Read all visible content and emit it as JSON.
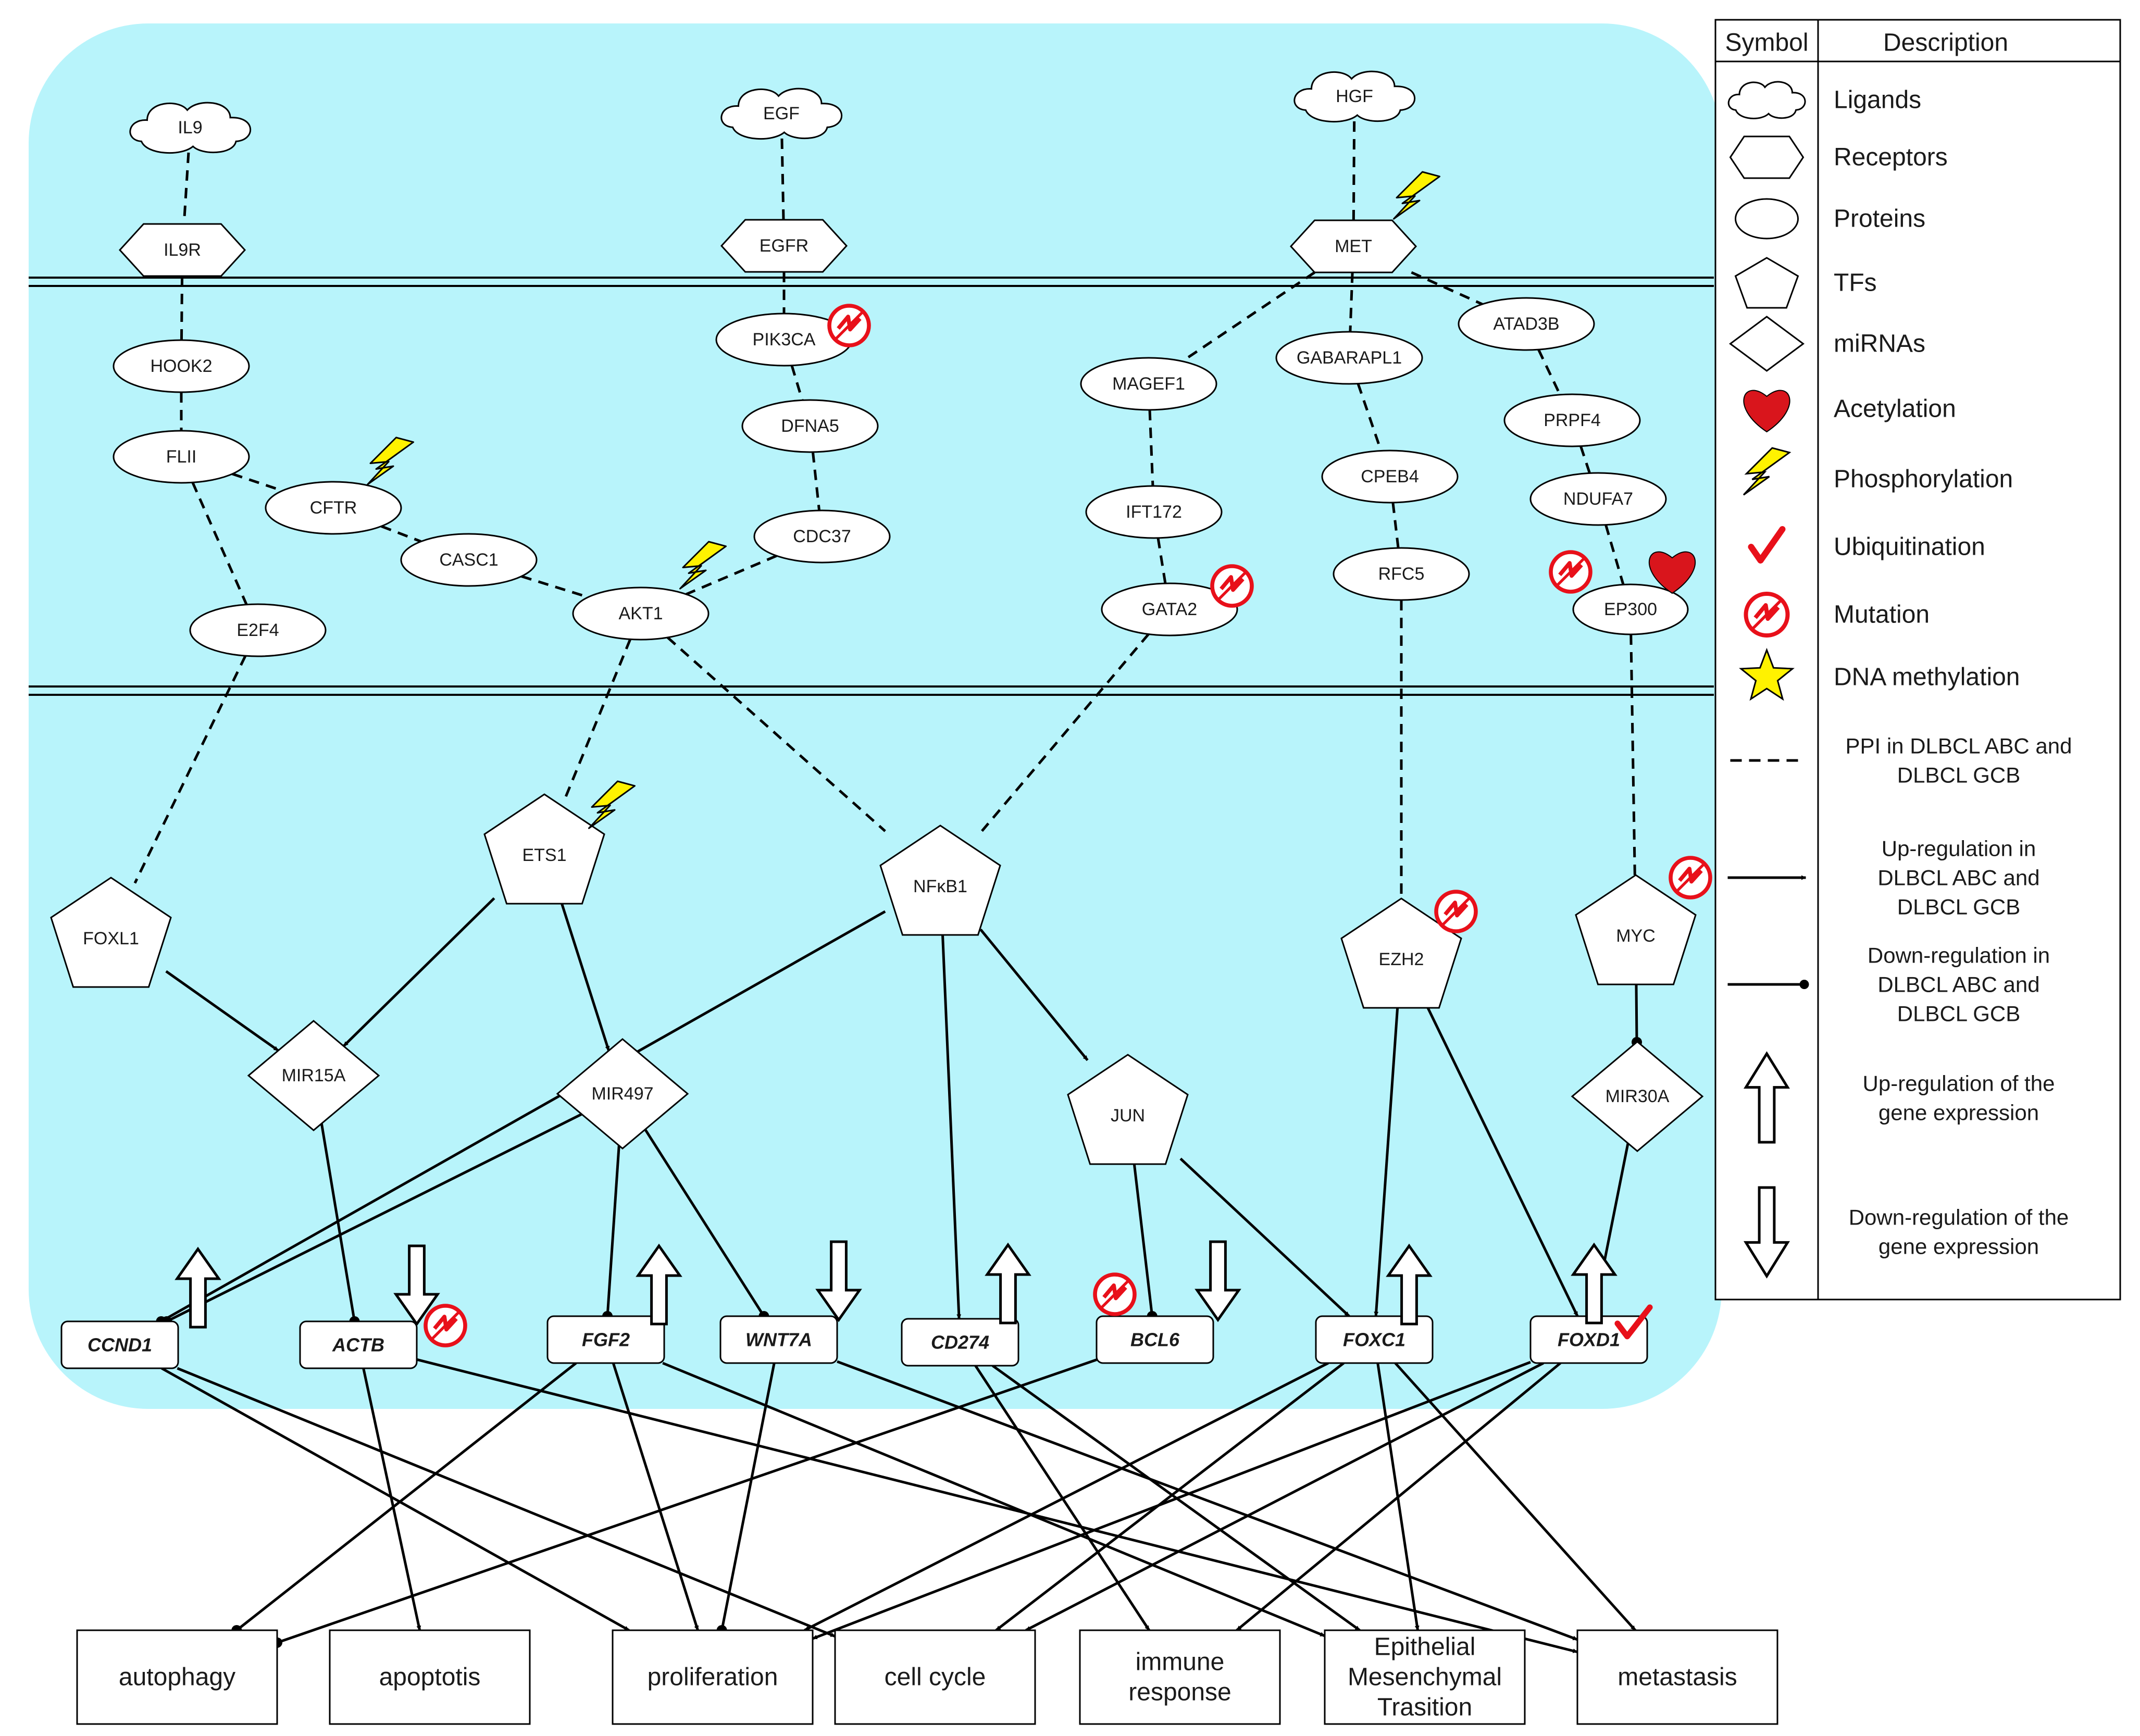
{
  "colors": {
    "cell_fill": "#b8f4fb",
    "node_fill": "#ffffff",
    "stroke": "#000000",
    "mutation": "#e8101a",
    "acetylation": "#d9151c",
    "phosphorylation": "#fff200",
    "dna_methylation": "#fff200"
  },
  "nodes": {
    "ligands": [
      {
        "id": "IL9",
        "label": "IL9"
      },
      {
        "id": "EGF",
        "label": "EGF"
      },
      {
        "id": "HGF",
        "label": "HGF"
      }
    ],
    "receptors": [
      {
        "id": "IL9R",
        "label": "IL9R"
      },
      {
        "id": "EGFR",
        "label": "EGFR"
      },
      {
        "id": "MET",
        "label": "MET"
      }
    ],
    "proteins": [
      {
        "id": "HOOK2",
        "label": "HOOK2"
      },
      {
        "id": "FLII",
        "label": "FLII"
      },
      {
        "id": "CFTR",
        "label": "CFTR"
      },
      {
        "id": "CASC1",
        "label": "CASC1"
      },
      {
        "id": "E2F4",
        "label": "E2F4"
      },
      {
        "id": "AKT1",
        "label": "AKT1"
      },
      {
        "id": "PIK3CA",
        "label": "PIK3CA"
      },
      {
        "id": "DFNA5",
        "label": "DFNA5"
      },
      {
        "id": "CDC37",
        "label": "CDC37"
      },
      {
        "id": "MAGEF1",
        "label": "MAGEF1"
      },
      {
        "id": "IFT172",
        "label": "IFT172"
      },
      {
        "id": "GATA2",
        "label": "GATA2"
      },
      {
        "id": "GABARAPL1",
        "label": "GABARAPL1"
      },
      {
        "id": "CPEB4",
        "label": "CPEB4"
      },
      {
        "id": "RFC5",
        "label": "RFC5"
      },
      {
        "id": "ATAD3B",
        "label": "ATAD3B"
      },
      {
        "id": "PRPF4",
        "label": "PRPF4"
      },
      {
        "id": "NDUFA7",
        "label": "NDUFA7"
      },
      {
        "id": "EP300",
        "label": "EP300"
      }
    ],
    "tfs": [
      {
        "id": "FOXL1",
        "label": "FOXL1"
      },
      {
        "id": "ETS1",
        "label": "ETS1"
      },
      {
        "id": "NFKB1",
        "label": "NFκB1"
      },
      {
        "id": "JUN",
        "label": "JUN"
      },
      {
        "id": "EZH2",
        "label": "EZH2"
      },
      {
        "id": "MYC",
        "label": "MYC"
      }
    ],
    "mirnas": [
      {
        "id": "MIR15A",
        "label": "MIR15A"
      },
      {
        "id": "MIR497",
        "label": "MIR497"
      },
      {
        "id": "MIR30A",
        "label": "MIR30A"
      }
    ],
    "genes": [
      {
        "id": "CCND1",
        "label": "CCND1"
      },
      {
        "id": "ACTB",
        "label": "ACTB"
      },
      {
        "id": "FGF2",
        "label": "FGF2"
      },
      {
        "id": "WNT7A",
        "label": "WNT7A"
      },
      {
        "id": "CD274",
        "label": "CD274"
      },
      {
        "id": "BCL6",
        "label": "BCL6"
      },
      {
        "id": "FOXC1",
        "label": "FOXC1"
      },
      {
        "id": "FOXD1",
        "label": "FOXD1"
      }
    ],
    "outcomes": [
      {
        "id": "autophagy",
        "lines": [
          "autophagy"
        ]
      },
      {
        "id": "apoptotis",
        "lines": [
          "apoptotis"
        ]
      },
      {
        "id": "proliferation",
        "lines": [
          "proliferation"
        ]
      },
      {
        "id": "cellcycle",
        "lines": [
          "cell cycle"
        ]
      },
      {
        "id": "immune",
        "lines": [
          "immune",
          "response"
        ]
      },
      {
        "id": "emt",
        "lines": [
          "Epithelial",
          "Mesenchymal",
          "Trasition"
        ]
      },
      {
        "id": "metastasis",
        "lines": [
          "metastasis"
        ]
      }
    ]
  },
  "edges": {
    "ppi": [
      [
        "IL9",
        "IL9R"
      ],
      [
        "IL9R",
        "HOOK2"
      ],
      [
        "HOOK2",
        "FLII"
      ],
      [
        "FLII",
        "CFTR"
      ],
      [
        "FLII",
        "E2F4"
      ],
      [
        "CFTR",
        "CASC1"
      ],
      [
        "CASC1",
        "AKT1"
      ],
      [
        "E2F4",
        "FOXL1"
      ],
      [
        "EGF",
        "EGFR"
      ],
      [
        "EGFR",
        "PIK3CA"
      ],
      [
        "PIK3CA",
        "DFNA5"
      ],
      [
        "DFNA5",
        "CDC37"
      ],
      [
        "CDC37",
        "AKT1"
      ],
      [
        "AKT1",
        "ETS1"
      ],
      [
        "AKT1",
        "NFKB1"
      ],
      [
        "HGF",
        "MET"
      ],
      [
        "MET",
        "MAGEF1"
      ],
      [
        "MET",
        "GABARAPL1"
      ],
      [
        "MET",
        "ATAD3B"
      ],
      [
        "MAGEF1",
        "IFT172"
      ],
      [
        "IFT172",
        "GATA2"
      ],
      [
        "GATA2",
        "NFKB1"
      ],
      [
        "GABARAPL1",
        "CPEB4"
      ],
      [
        "CPEB4",
        "RFC5"
      ],
      [
        "RFC5",
        "EZH2"
      ],
      [
        "ATAD3B",
        "PRPF4"
      ],
      [
        "PRPF4",
        "NDUFA7"
      ],
      [
        "NDUFA7",
        "EP300"
      ],
      [
        "EP300",
        "MYC"
      ]
    ],
    "activation": [
      [
        "FOXL1",
        "MIR15A"
      ],
      [
        "ETS1",
        "MIR15A"
      ],
      [
        "ETS1",
        "MIR497"
      ],
      [
        "NFKB1",
        "CD274"
      ],
      [
        "NFKB1",
        "JUN"
      ],
      [
        "JUN",
        "FOXC1"
      ],
      [
        "EZH2",
        "FOXC1"
      ],
      [
        "EZH2",
        "FOXD1"
      ],
      [
        "MIR30A",
        "FOXD1"
      ],
      [
        "CCND1",
        "proliferation"
      ],
      [
        "CCND1",
        "cellcycle"
      ],
      [
        "ACTB",
        "apoptotis"
      ],
      [
        "ACTB",
        "metastasis"
      ],
      [
        "FGF2",
        "proliferation"
      ],
      [
        "FGF2",
        "emt"
      ],
      [
        "WNT7A",
        "metastasis"
      ],
      [
        "CD274",
        "immune"
      ],
      [
        "CD274",
        "emt"
      ],
      [
        "FOXC1",
        "proliferation"
      ],
      [
        "FOXC1",
        "cellcycle"
      ],
      [
        "FOXC1",
        "emt"
      ],
      [
        "FOXC1",
        "metastasis"
      ],
      [
        "FOXD1",
        "proliferation"
      ],
      [
        "FOXD1",
        "cellcycle"
      ],
      [
        "FOXD1",
        "immune"
      ]
    ],
    "inhibition": [
      [
        "NFKB1",
        "CCND1"
      ],
      [
        "MIR15A",
        "ACTB"
      ],
      [
        "MIR497",
        "CCND1"
      ],
      [
        "MIR497",
        "FGF2"
      ],
      [
        "MIR497",
        "WNT7A"
      ],
      [
        "JUN",
        "BCL6"
      ],
      [
        "MYC",
        "MIR30A"
      ],
      [
        "FGF2",
        "autophagy"
      ],
      [
        "WNT7A",
        "proliferation"
      ],
      [
        "BCL6",
        "autophagy"
      ]
    ]
  },
  "marks": {
    "phosphorylation": [
      "MET",
      "CFTR",
      "AKT1",
      "ETS1"
    ],
    "mutation": [
      "PIK3CA",
      "GATA2",
      "EP300",
      "EZH2",
      "MYC",
      "ACTB",
      "BCL6"
    ],
    "acetylation": [
      "EP300"
    ],
    "ubiquitination": [
      "FOXD1"
    ]
  },
  "expression": {
    "up": [
      "CCND1",
      "FGF2",
      "CD274",
      "FOXC1",
      "FOXD1"
    ],
    "down": [
      "ACTB",
      "WNT7A",
      "BCL6"
    ]
  },
  "legend": {
    "header_symbol": "Symbol",
    "header_description": "Description",
    "rows": [
      {
        "icon": "cloud-icon",
        "lines": [
          "Ligands"
        ]
      },
      {
        "icon": "hexagon-icon",
        "lines": [
          "Receptors"
        ]
      },
      {
        "icon": "ellipse-icon",
        "lines": [
          "Proteins"
        ]
      },
      {
        "icon": "pentagon-icon",
        "lines": [
          "TFs"
        ]
      },
      {
        "icon": "diamond-icon",
        "lines": [
          "miRNAs"
        ]
      },
      {
        "icon": "heart-icon",
        "lines": [
          "Acetylation"
        ]
      },
      {
        "icon": "lightning-icon",
        "lines": [
          "Phosphorylation"
        ]
      },
      {
        "icon": "check-icon",
        "lines": [
          "Ubiquitination"
        ]
      },
      {
        "icon": "mutation-icon",
        "lines": [
          "Mutation"
        ]
      },
      {
        "icon": "star-icon",
        "lines": [
          "DNA methylation"
        ]
      },
      {
        "icon": "dashed-line-icon",
        "lines": [
          "PPI in DLBCL ABC and",
          "DLBCL GCB"
        ]
      },
      {
        "icon": "arrow-line-icon",
        "lines": [
          "Up-regulation in",
          "DLBCL ABC and",
          "DLBCL GCB"
        ]
      },
      {
        "icon": "dot-line-icon",
        "lines": [
          "Down-regulation in",
          "DLBCL ABC and",
          "DLBCL GCB"
        ]
      },
      {
        "icon": "up-block-arrow-icon",
        "lines": [
          "Up-regulation of the",
          "gene expression"
        ]
      },
      {
        "icon": "down-block-arrow-icon",
        "lines": [
          "Down-regulation of the",
          "gene expression"
        ]
      }
    ]
  }
}
